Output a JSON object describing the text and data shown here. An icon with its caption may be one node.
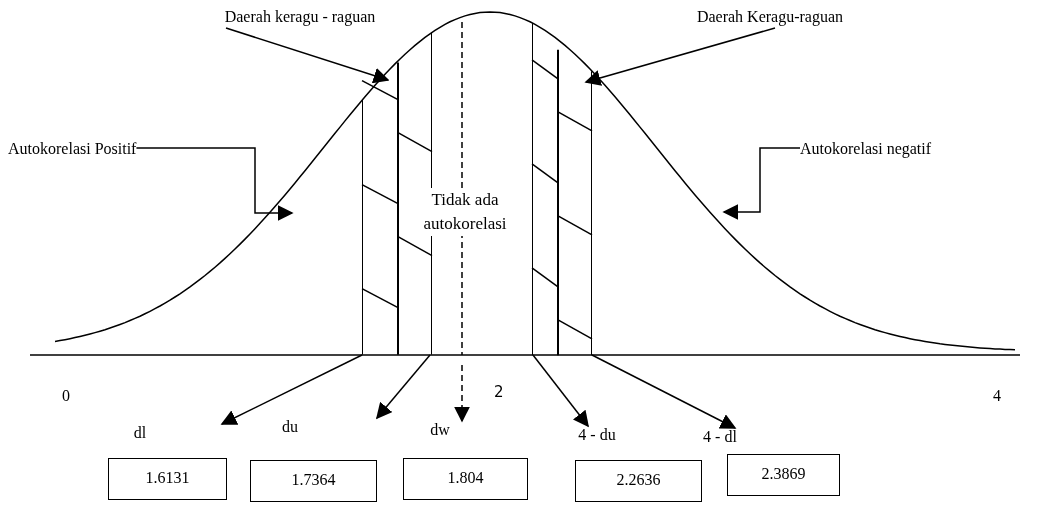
{
  "diagram": {
    "nodes": [
      {
        "text": [
          "Daerah keragu - raguan"
        ]
      },
      {
        "text": [],
        "shape": "box"
      },
      {
        "text": [
          "Daerah Keragu-raguan"
        ]
      },
      {
        "text": [],
        "shape": "box"
      },
      {
        "text": [
          "Autokorelasi Positif"
        ]
      },
      {
        "text": [
          "Autokorelasi negatif"
        ]
      },
      {
        "text": [
          "dl",
          "1.6131"
        ]
      },
      {
        "text": [
          "du",
          "1.7364"
        ]
      },
      {
        "text": [
          "dw",
          "1.804"
        ]
      },
      {
        "text": [
          "4 - du",
          "2.2636"
        ]
      },
      {
        "text": [
          "4 - dl",
          "2.3869"
        ]
      }
    ],
    "edges": [
      {
        "from": 0,
        "to": 1,
        "arrow": "to"
      },
      {
        "from": 2,
        "to": 3,
        "arrow": "to"
      },
      {
        "from": 4,
        "to": null,
        "arrow": "to"
      },
      {
        "from": 5,
        "to": null,
        "arrow": "to"
      },
      {
        "from": 1,
        "to": 6,
        "arrow": "to"
      },
      {
        "from": 1,
        "to": 7,
        "arrow": "to"
      },
      {
        "from": null,
        "to": 8,
        "arrow": "to",
        "style": "dashed"
      },
      {
        "from": 3,
        "to": 9,
        "arrow": "to"
      },
      {
        "from": 3,
        "to": 10,
        "arrow": "to"
      }
    ],
    "labels": [
      "Tidak ada autokorelasi",
      "0",
      "2",
      "4"
    ]
  }
}
